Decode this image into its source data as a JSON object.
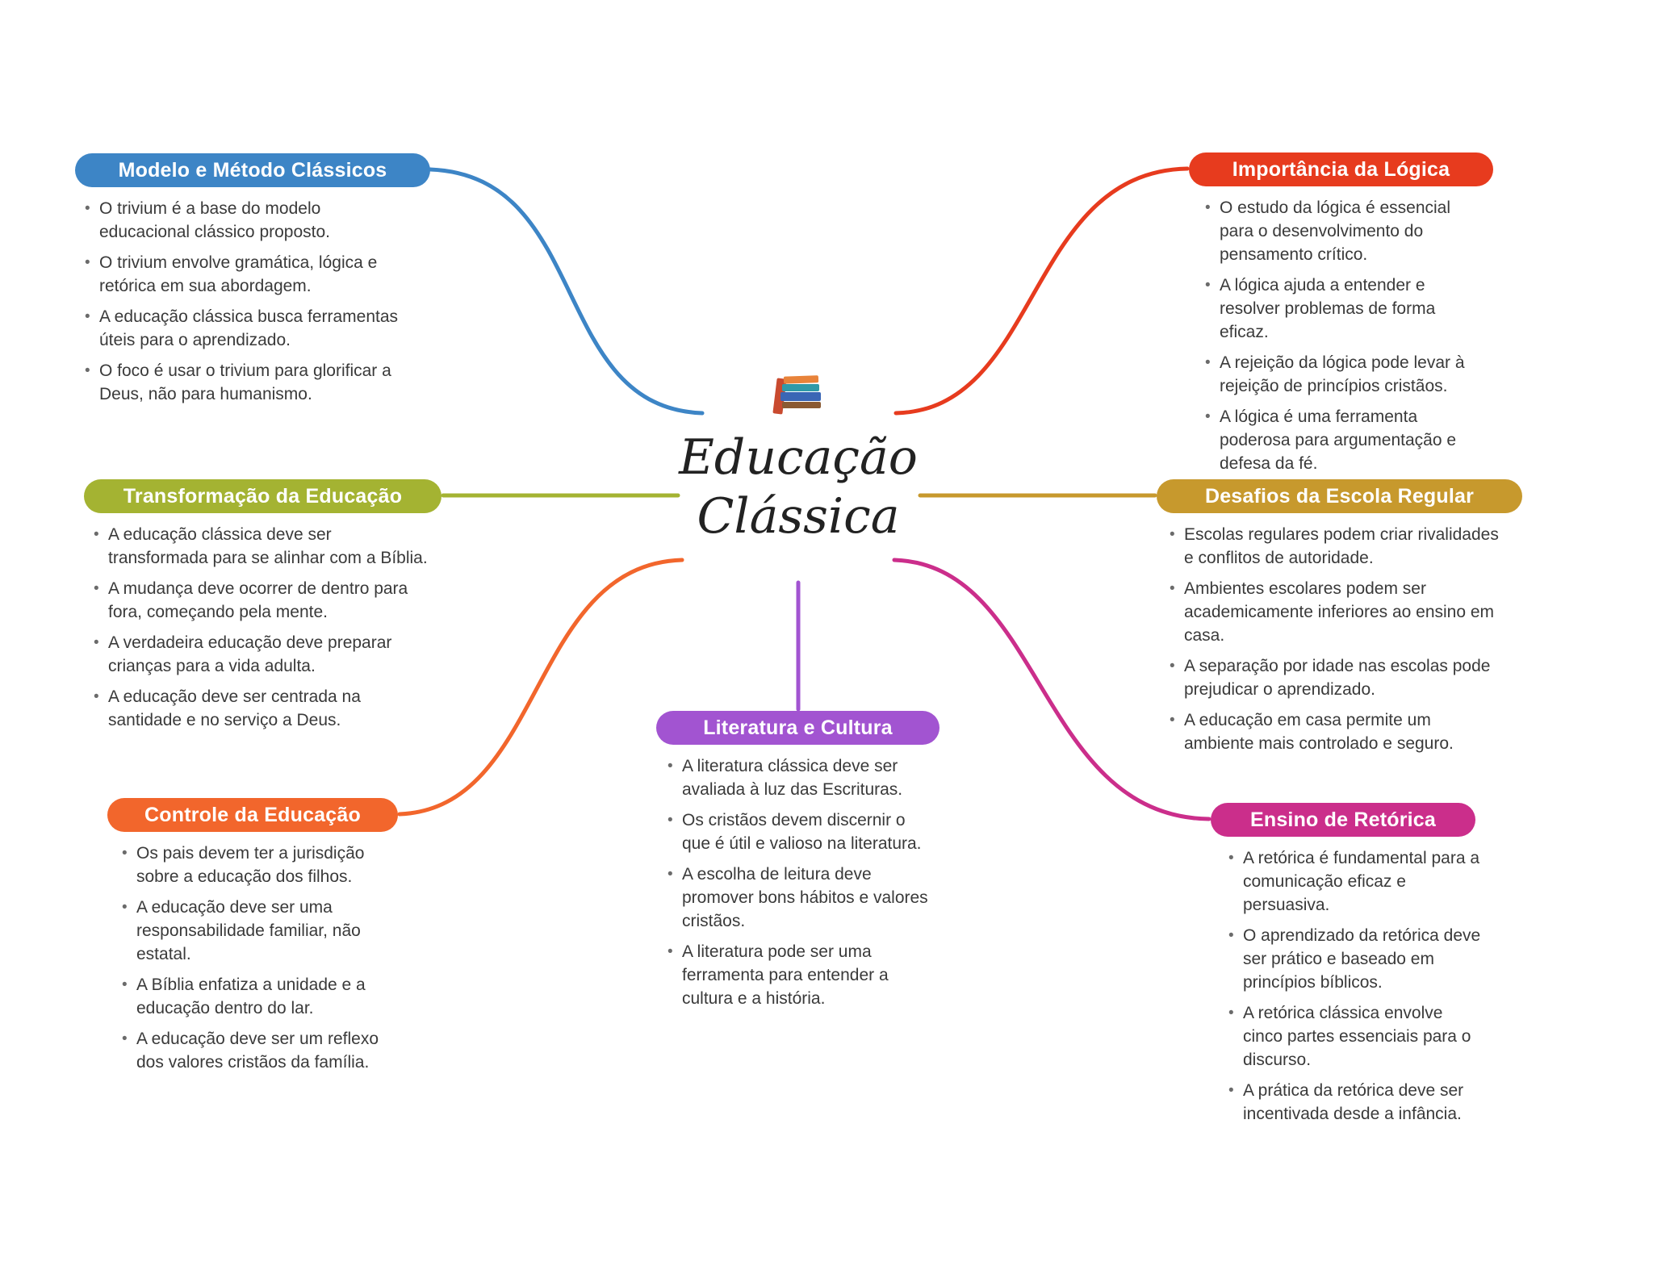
{
  "background": "#ffffff",
  "center": {
    "title_lines": [
      "Educação",
      "Clássica"
    ]
  },
  "branches": [
    {
      "id": "modelo-metodo-classicos",
      "title": "Modelo e Método Clássicos",
      "color": "#3d85c6",
      "items": [
        "O trivium é a base do modelo educacional clássico proposto.",
        "O trivium envolve gramática, lógica e retórica em sua abordagem.",
        "A educação clássica busca ferramentas úteis para o aprendizado.",
        "O foco é usar o trivium para glorificar a Deus, não para humanismo."
      ]
    },
    {
      "id": "transformacao-da-educacao",
      "title": "Transformação da Educação",
      "color": "#a4b332",
      "items": [
        "A educação clássica deve ser transformada para se alinhar com a Bíblia.",
        "A mudança deve ocorrer de dentro para fora, começando pela mente.",
        "A verdadeira educação deve preparar crianças para a vida adulta.",
        "A educação deve ser centrada na santidade e no serviço a Deus."
      ]
    },
    {
      "id": "controle-da-educacao",
      "title": "Controle da Educação",
      "color": "#f2662c",
      "items": [
        "Os pais devem ter a jurisdição sobre a educação dos filhos.",
        "A educação deve ser uma responsabilidade familiar, não estatal.",
        "A Bíblia enfatiza a unidade e a educação dentro do lar.",
        "A educação deve ser um reflexo dos valores cristãos da família."
      ]
    },
    {
      "id": "importancia-da-logica",
      "title": "Importância da Lógica",
      "color": "#e73b1e",
      "items": [
        "O estudo da lógica é essencial para o desenvolvimento do pensamento crítico.",
        "A lógica ajuda a entender e resolver problemas de forma eficaz.",
        "A rejeição da lógica pode levar à rejeição de princípios cristãos.",
        "A lógica é uma ferramenta poderosa para argumentação e defesa da fé."
      ]
    },
    {
      "id": "desafios-da-escola-regular",
      "title": "Desafios da Escola Regular",
      "color": "#c7992d",
      "items": [
        "Escolas regulares podem criar rivalidades e conflitos de autoridade.",
        "Ambientes escolares podem ser academicamente inferiores ao ensino em casa.",
        "A separação por idade nas escolas pode prejudicar o aprendizado.",
        "A educação em casa permite um ambiente mais controlado e seguro."
      ]
    },
    {
      "id": "ensino-de-retorica",
      "title": "Ensino de Retórica",
      "color": "#cb2e8b",
      "items": [
        "A retórica é fundamental para a comunicação eficaz e persuasiva.",
        "O aprendizado da retórica deve ser prático e baseado em princípios bíblicos.",
        "A retórica clássica envolve cinco partes essenciais para o discurso.",
        "A prática da retórica deve ser incentivada desde a infância."
      ]
    },
    {
      "id": "literatura-e-cultura",
      "title": "Literatura e Cultura",
      "color": "#a254d1",
      "items": [
        "A literatura clássica deve ser avaliada à luz das Escrituras.",
        "Os cristãos devem discernir o que é útil e valioso na literatura.",
        "A escolha de leitura deve promover bons hábitos e valores cristãos.",
        "A literatura pode ser uma ferramenta para entender a cultura e a história."
      ]
    }
  ]
}
